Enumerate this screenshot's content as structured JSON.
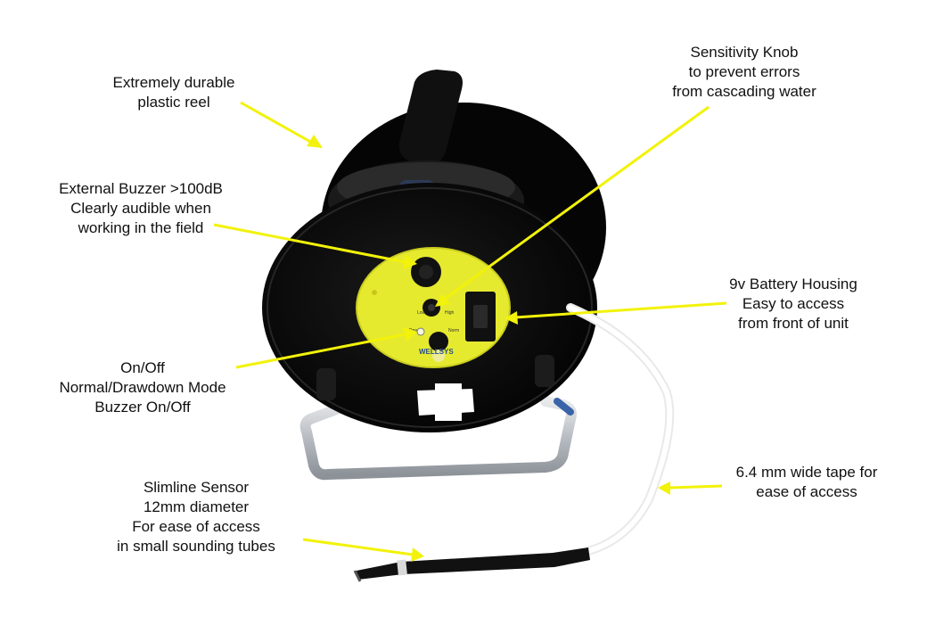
{
  "annotations": {
    "reel": [
      "Extremely durable",
      "plastic reel"
    ],
    "buzzer": [
      "External Buzzer >100dB",
      "Clearly audible when",
      "working in the field"
    ],
    "mode": [
      "On/Off",
      "Normal/Drawdown Mode",
      "Buzzer On/Off"
    ],
    "sensor": [
      "Slimline Sensor",
      "12mm diameter",
      "For ease of access",
      "in small sounding tubes"
    ],
    "knob": [
      "Sensitivity Knob",
      "to prevent errors",
      "from cascading water"
    ],
    "battery": [
      "9v Battery Housing",
      "Easy to access",
      "from front of unit"
    ],
    "tape": [
      "6.4 mm wide tape for",
      "ease of access"
    ]
  },
  "panel": {
    "knob_left": "Low",
    "knob_right": "High",
    "switch_left": "Drw",
    "switch_right": "Norm",
    "logo": "WELLSYS"
  },
  "colors": {
    "reel": "#0b0b0b",
    "panel": "#e6ea2f",
    "arrow": "#f2f20a",
    "frame": "#c8ccd1",
    "tape": "#f4f4f4"
  }
}
